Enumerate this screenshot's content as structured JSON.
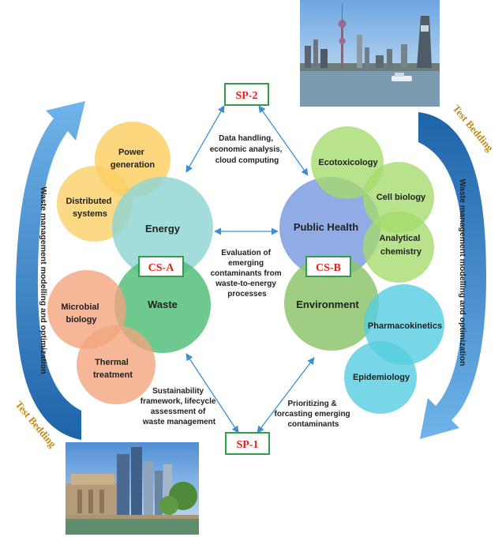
{
  "boxes": {
    "sp2": "SP-2",
    "sp1": "SP-1",
    "csa": "CS-A",
    "csb": "CS-B"
  },
  "circles": {
    "energy": "Energy",
    "waste": "Waste",
    "public_health": "Public Health",
    "environment": "Environment",
    "power_generation": [
      "Power",
      "generation"
    ],
    "distributed_systems": [
      "Distributed",
      "systems"
    ],
    "microbial_biology": [
      "Microbial",
      "biology"
    ],
    "thermal_treatment": [
      "Thermal",
      "treatment"
    ],
    "ecotoxicology": "Ecotoxicology",
    "cell_biology": "Cell biology",
    "analytical_chemistry": [
      "Analytical",
      "chemistry"
    ],
    "pharmacokinetics": "Pharmacokinetics",
    "epidemiology": "Epidemiology"
  },
  "annotations": {
    "top": [
      "Data handling,",
      "economic analysis,",
      "cloud computing"
    ],
    "center": [
      "Evaluation of",
      "emerging",
      "contaminants from",
      "waste-to-energy",
      "processes"
    ],
    "bottom_left": [
      "Sustainability",
      "framework, lifecycle",
      "assessment of",
      "waste management"
    ],
    "bottom_right": [
      "Prioritizing &",
      "forcasting emerging",
      "contaminants"
    ]
  },
  "side_labels": {
    "left_vertical": "Waste management modelling and optimization",
    "right_vertical": "Waste management modelling and optimization",
    "test_bedding_top": "Test Bedding",
    "test_bedding_bottom": "Test Bedding"
  },
  "colors": {
    "box_border": "#2e9e4a",
    "box_text": "#e0211b",
    "arrow_blue": "#2e7fc4",
    "test_bedding": "#c08a12",
    "energy": "#8fd6d3",
    "waste": "#55c07a",
    "public_health": "#7e9ee0",
    "environment": "#8ec46c",
    "power": "#fbd067",
    "distributed": "#fbd067",
    "microbial": "#f3a57e",
    "thermal": "#f3a57e",
    "ecotox": "#a6db6e",
    "cellbio": "#a6db6e",
    "analytical": "#a6db6e",
    "pharma": "#55cde0",
    "epidemiology": "#55cde0"
  }
}
